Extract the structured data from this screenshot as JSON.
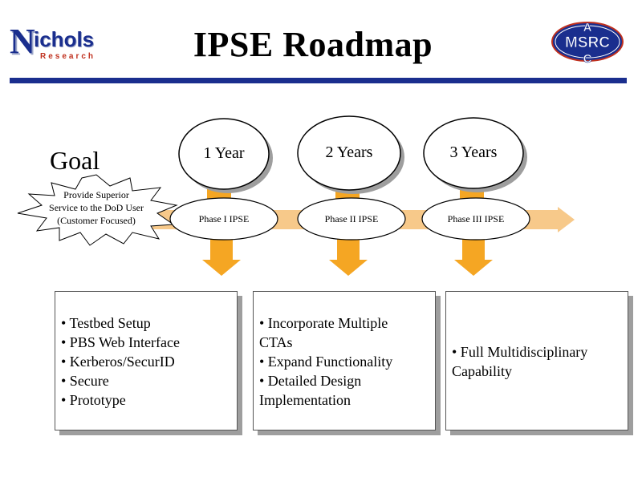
{
  "header": {
    "title": "IPSE Roadmap",
    "logo_left": {
      "big_letter": "N",
      "name_rest": "ichols",
      "subtitle": "Research"
    },
    "logo_right": {
      "letters": "ASC",
      "name": "MSRC"
    }
  },
  "goal": {
    "label": "Goal",
    "text_lines": [
      "Provide Superior",
      "Service to the DoD User",
      "(Customer Focused)"
    ]
  },
  "phases": [
    {
      "year": "1 Year",
      "phase": "Phase I IPSE",
      "items": [
        "• Testbed Setup",
        "• PBS Web Interface",
        "• Kerberos/SecurID",
        "• Secure",
        "• Prototype"
      ]
    },
    {
      "year": "2 Years",
      "phase": "Phase II IPSE",
      "items": [
        "• Incorporate Multiple",
        "CTAs",
        "• Expand Functionality",
        "• Detailed Design",
        "Implementation"
      ]
    },
    {
      "year": "3 Years",
      "phase": "Phase III IPSE",
      "items": [
        "• Full Multidisciplinary",
        "Capability"
      ]
    }
  ],
  "colors": {
    "accent_blue": "#1a2e8e",
    "arrow_orange": "#f5a623",
    "arrow_light": "#f7c98a",
    "shadow": "#9e9e9e"
  }
}
